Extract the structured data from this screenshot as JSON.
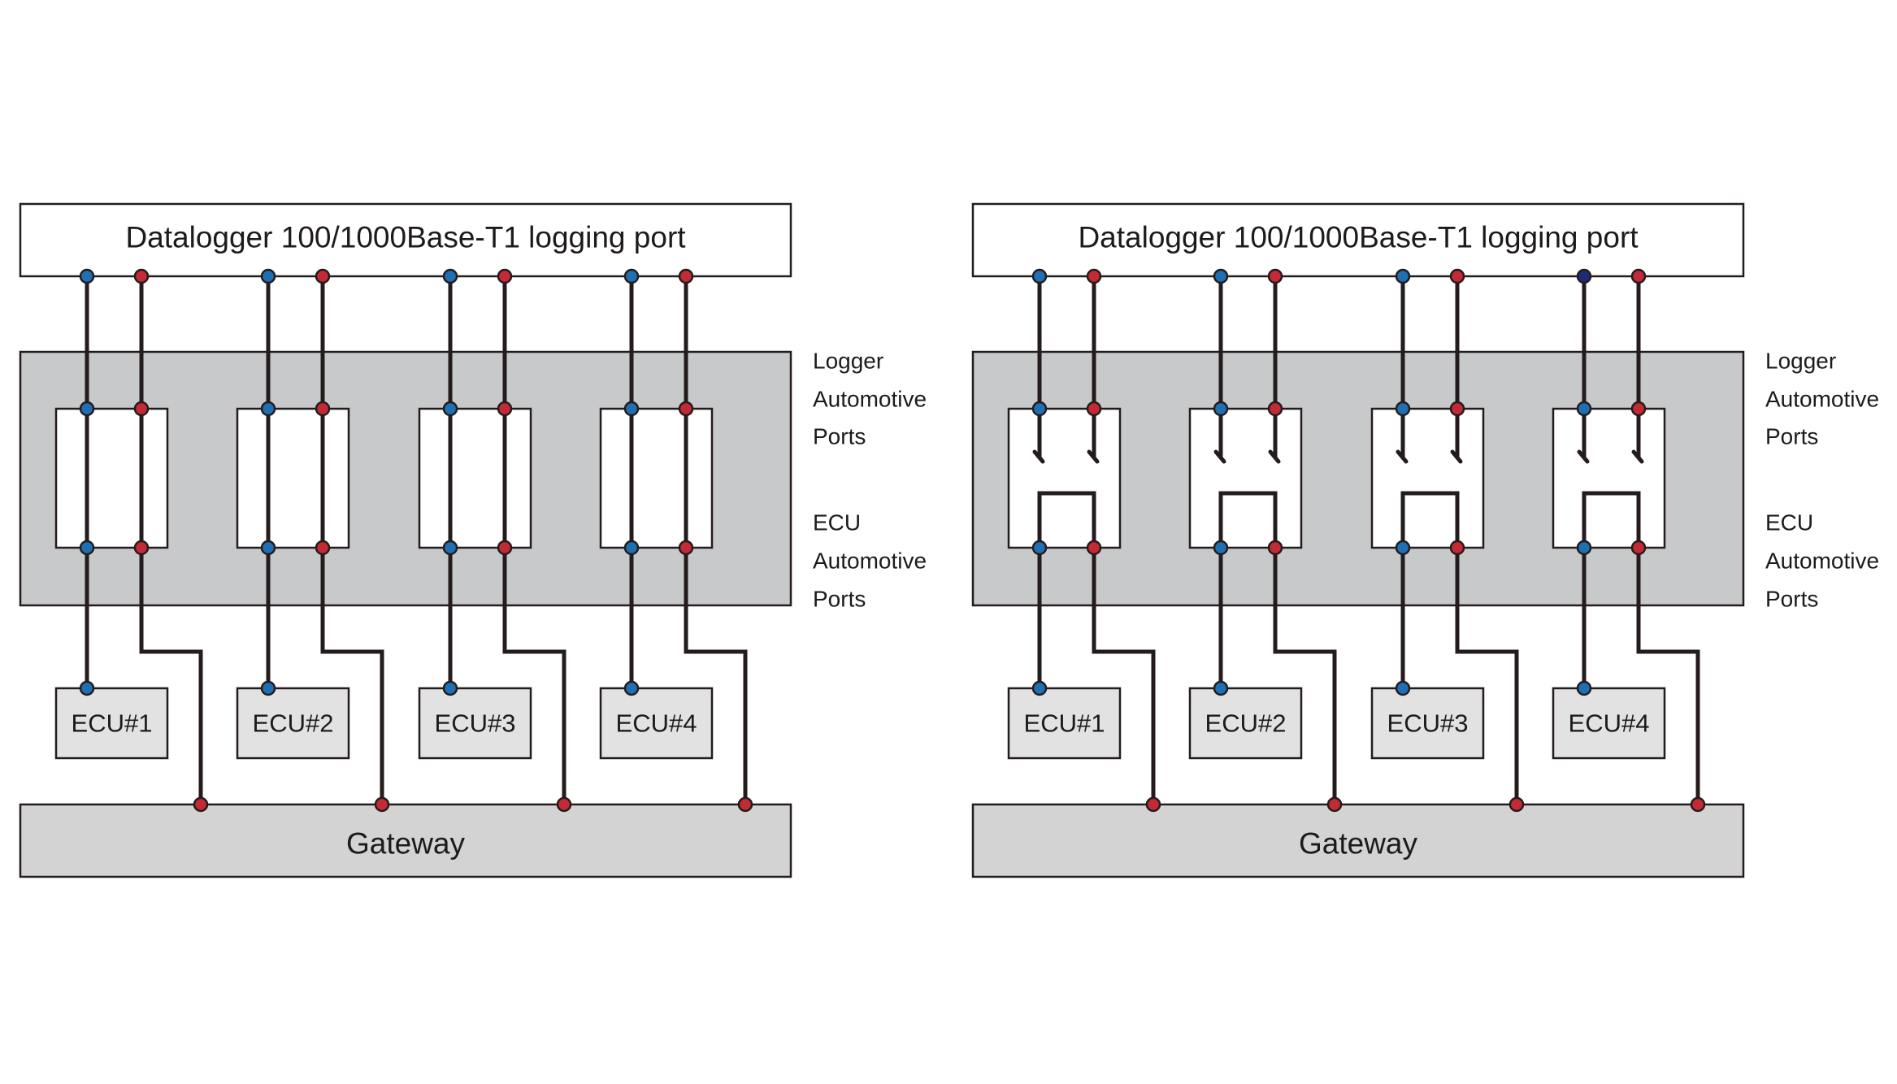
{
  "colors": {
    "background": "#ffffff",
    "box_white": "#ffffff",
    "panel_gray": "#c8c9cb",
    "ecu_gray": "#e2e2e2",
    "gateway_gray": "#d3d3d3",
    "line": "#241c1c",
    "port_blue": "#1f6fb5",
    "port_red": "#c42a35",
    "port_navy": "#1e2a78"
  },
  "icons": {
    "port_dot": "circle",
    "switch": "open-switch-contact"
  },
  "diagrams": [
    {
      "variant": "direct",
      "datalogger_label": "Datalogger 100/1000Base-T1 logging port",
      "gateway_label": "Gateway",
      "side_labels": {
        "logger_ports": [
          "Logger",
          "Automotive",
          "Ports"
        ],
        "ecu_ports": [
          "ECU",
          "Automotive",
          "Ports"
        ]
      },
      "ecus": [
        "ECU#1",
        "ECU#2",
        "ECU#3",
        "ECU#4"
      ]
    },
    {
      "variant": "switched",
      "datalogger_label": "Datalogger 100/1000Base-T1 logging port",
      "gateway_label": "Gateway",
      "side_labels": {
        "logger_ports": [
          "Logger",
          "Automotive",
          "Ports"
        ],
        "ecu_ports": [
          "ECU",
          "Automotive",
          "Ports"
        ]
      },
      "ecus": [
        "ECU#1",
        "ECU#2",
        "ECU#3",
        "ECU#4"
      ]
    }
  ]
}
